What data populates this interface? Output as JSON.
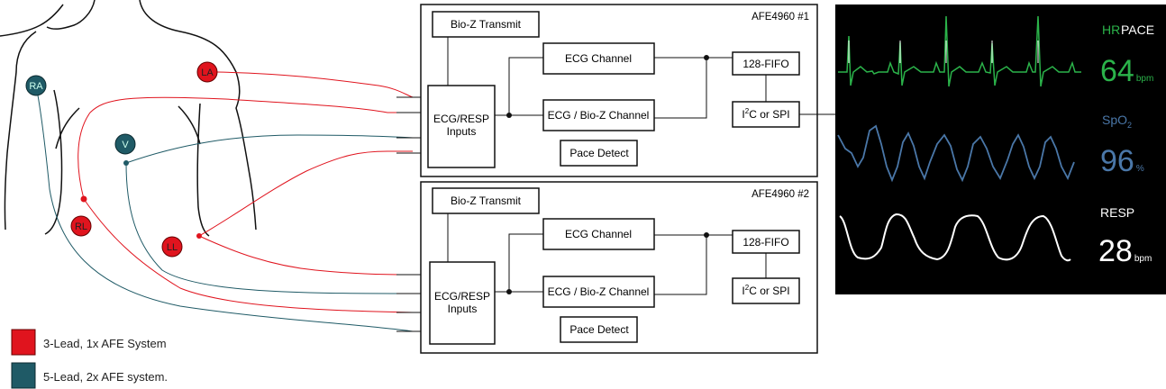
{
  "colors": {
    "lead3": "#e0141e",
    "lead5": "#1f5a66",
    "ecg": "#2bb34a",
    "spo2": "#4a77a8",
    "resp": "#ffffff",
    "monitor_bg": "#000000"
  },
  "electrodes": [
    {
      "id": "RA",
      "label": "RA",
      "group": "lead5"
    },
    {
      "id": "LA",
      "label": "LA",
      "group": "lead3"
    },
    {
      "id": "V",
      "label": "V",
      "group": "lead5"
    },
    {
      "id": "RL",
      "label": "RL",
      "group": "lead3"
    },
    {
      "id": "LL",
      "label": "LL",
      "group": "lead3"
    }
  ],
  "afe1": {
    "title": "AFE4960  #1",
    "bioz_transmit": "Bio-Z Transmit",
    "inputs_line1": "ECG/RESP",
    "inputs_line2": "Inputs",
    "ecg_channel": "ECG Channel",
    "ecg_bioz_channel": "ECG / Bio-Z Channel",
    "pace_detect": "Pace Detect",
    "fifo": "128-FIFO",
    "iface_i": "I",
    "iface_sup": "2",
    "iface_rest": "C or SPI"
  },
  "afe2": {
    "title": "AFE4960  #2",
    "bioz_transmit": "Bio-Z Transmit",
    "inputs_line1": "ECG/RESP",
    "inputs_line2": "Inputs",
    "ecg_channel": "ECG Channel",
    "ecg_bioz_channel": "ECG / Bio-Z Channel",
    "pace_detect": "Pace Detect",
    "fifo": "128-FIFO",
    "iface_i": "I",
    "iface_sup": "2",
    "iface_rest": "C or SPI"
  },
  "monitor": {
    "hr_label": "HR",
    "pace_label": "PACE",
    "hr_value": "64",
    "hr_unit": "bpm",
    "spo2_label": "SpO",
    "spo2_sub": "2",
    "spo2_value": "96",
    "spo2_unit": "%",
    "resp_label": "RESP",
    "resp_value": "28",
    "resp_unit": "bpm"
  },
  "legend": [
    {
      "label": "3-Lead, 1x AFE System",
      "group": "lead3"
    },
    {
      "label": "5-Lead, 2x AFE system.",
      "group": "lead5"
    }
  ]
}
